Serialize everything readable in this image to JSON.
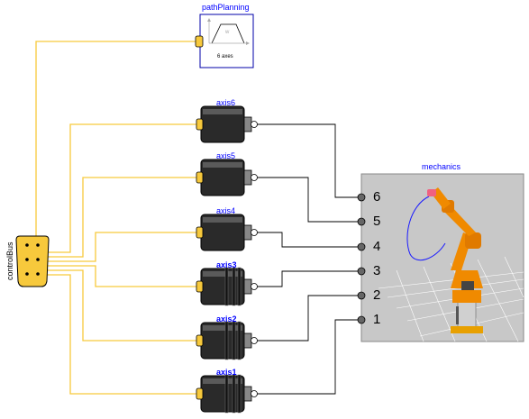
{
  "diagram": {
    "control_bus_label": "controlBus",
    "path_planning": {
      "label": "pathPlanning",
      "axes_text": "6 axes",
      "w_text": "w"
    },
    "mechanics_label": "mechanics",
    "axes": [
      {
        "label": "axis6",
        "bold": false
      },
      {
        "label": "axis5",
        "bold": false
      },
      {
        "label": "axis4",
        "bold": false
      },
      {
        "label": "axis3",
        "bold": true
      },
      {
        "label": "axis2",
        "bold": true
      },
      {
        "label": "axis1",
        "bold": true
      }
    ],
    "port_numbers": [
      "6",
      "5",
      "4",
      "3",
      "2",
      "1"
    ],
    "colors": {
      "bus_wire": "#f7c93c",
      "label_blue": "#0000ff",
      "mechanics_bg": "#c8c8c8",
      "robot_orange": "#f08a00"
    }
  }
}
